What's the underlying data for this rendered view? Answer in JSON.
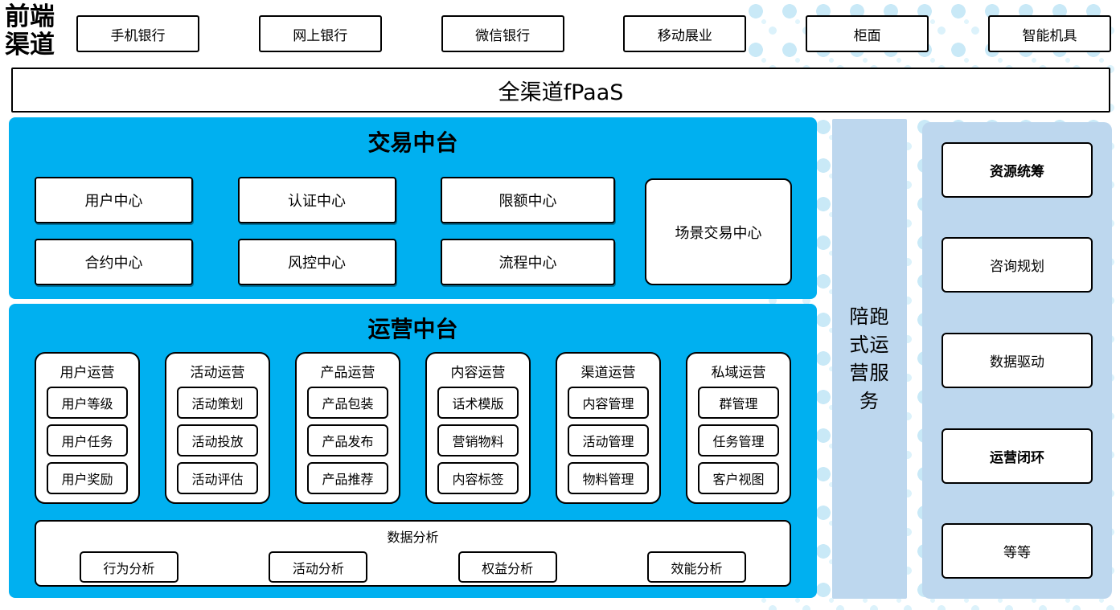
{
  "header": {
    "front_channel_label": {
      "line1": "前端",
      "line2": "渠道"
    },
    "channels": [
      "手机银行",
      "网上银行",
      "微信银行",
      "移动展业",
      "柜面",
      "智能机具"
    ],
    "fpaas_bar": "全渠道fPaaS"
  },
  "transaction_platform": {
    "title": "交易中台",
    "row1": [
      "用户中心",
      "认证中心",
      "限额中心"
    ],
    "row2": [
      "合约中心",
      "风控中心",
      "流程中心"
    ],
    "tall_box": "场景交易中心"
  },
  "operation_platform": {
    "title": "运营中台",
    "columns": [
      {
        "title": "用户运营",
        "items": [
          "用户等级",
          "用户任务",
          "用户奖励"
        ]
      },
      {
        "title": "活动运营",
        "items": [
          "活动策划",
          "活动投放",
          "活动评估"
        ]
      },
      {
        "title": "产品运营",
        "items": [
          "产品包装",
          "产品发布",
          "产品推荐"
        ]
      },
      {
        "title": "内容运营",
        "items": [
          "话术模版",
          "营销物料",
          "内容标签"
        ]
      },
      {
        "title": "渠道运营",
        "items": [
          "内容管理",
          "活动管理",
          "物料管理"
        ]
      },
      {
        "title": "私域运营",
        "items": [
          "群管理",
          "任务管理",
          "客户视图"
        ]
      }
    ],
    "data_analysis": {
      "title": "数据分析",
      "items": [
        "行为分析",
        "活动分析",
        "权益分析",
        "效能分析"
      ]
    }
  },
  "side_service": {
    "label": "陪跑式运营服务"
  },
  "right_panel": {
    "items": [
      {
        "label": "资源统筹",
        "bold": true
      },
      {
        "label": "咨询规划",
        "bold": false
      },
      {
        "label": "数据驱动",
        "bold": false
      },
      {
        "label": "运营闭环",
        "bold": true
      },
      {
        "label": "等等",
        "bold": false
      }
    ]
  },
  "colors": {
    "accent_blue": "#00B0F0",
    "panel_blue": "#BDD7EE",
    "dot_blue": "#C9E9F7",
    "border": "#000000"
  }
}
